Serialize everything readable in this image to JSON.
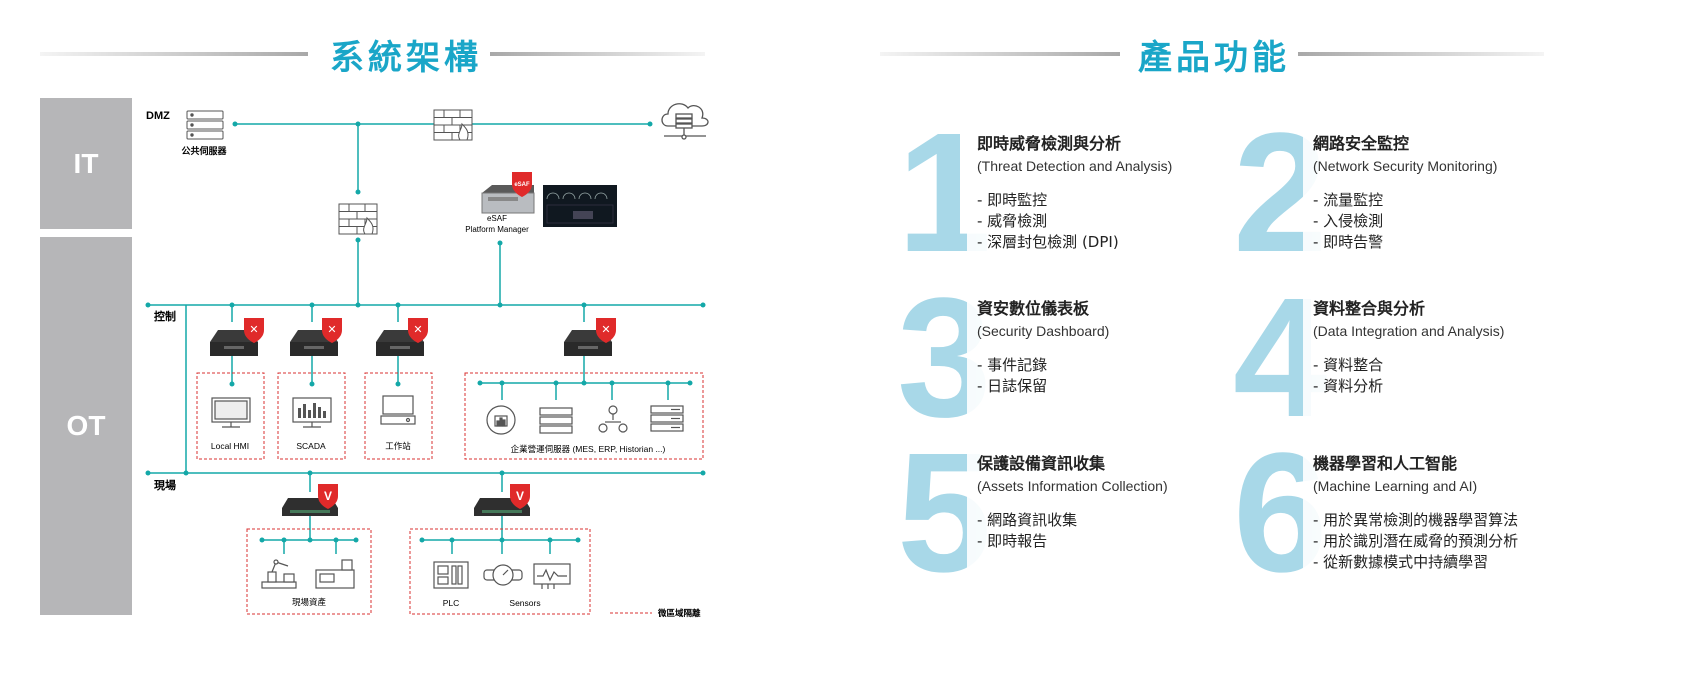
{
  "left_title": "系統架構",
  "right_title": "產品功能",
  "zones": {
    "it": "IT",
    "ot": "OT"
  },
  "diagram": {
    "dmz": "DMZ",
    "public_server": "公共伺服器",
    "control": "控制",
    "field": "現場",
    "esaf_line1": "eSAF",
    "esaf_line2": "Platform Manager",
    "local_hmi": "Local HMI",
    "scada": "SCADA",
    "workstation": "工作站",
    "enterprise": "企業營運伺服器 (MES, ERP, Historian ...)",
    "field_assets": "現場資產",
    "plc": "PLC",
    "sensors": "Sensors",
    "micro_seg": "微區域隔離",
    "esaf_badge": "eSAF"
  },
  "colors": {
    "accent": "#1aa6c8",
    "line": "#14a8a8",
    "number": "#a8d8e8",
    "red": "#e02a2a"
  },
  "features": [
    {
      "num": "1",
      "title_zh": "即時威脅檢測與分析",
      "title_en": "(Threat Detection and Analysis)",
      "items": [
        "- 即時監控",
        "- 威脅檢測",
        "- 深層封包檢測 (DPI)"
      ]
    },
    {
      "num": "2",
      "title_zh": "網路安全監控",
      "title_en": "(Network Security Monitoring)",
      "items": [
        "- 流量監控",
        "- 入侵檢測",
        "- 即時告警"
      ]
    },
    {
      "num": "3",
      "title_zh": "資安數位儀表板",
      "title_en": "(Security Dashboard)",
      "items": [
        "- 事件記錄",
        "- 日誌保留"
      ]
    },
    {
      "num": "4",
      "title_zh": "資料整合與分析",
      "title_en": "(Data Integration and Analysis)",
      "items": [
        "- 資料整合",
        "- 資料分析"
      ]
    },
    {
      "num": "5",
      "title_zh": "保護設備資訊收集",
      "title_en": "(Assets Information Collection)",
      "items": [
        "- 網路資訊收集",
        "- 即時報告"
      ]
    },
    {
      "num": "6",
      "title_zh": "機器學習和人工智能",
      "title_en": "(Machine Learning and AI)",
      "items": [
        "- 用於異常檢測的機器學習算法",
        "- 用於識別潛在威脅的預測分析",
        "- 從新數據模式中持續學習"
      ]
    }
  ]
}
